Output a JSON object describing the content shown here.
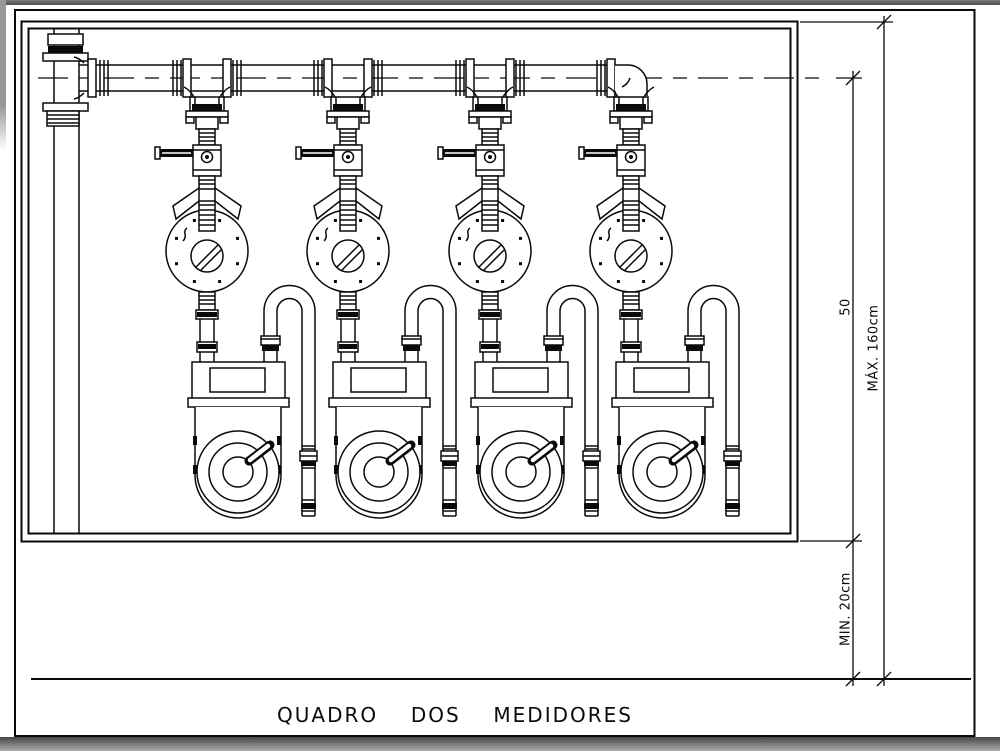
{
  "chrome": {
    "top_bar_color": "#6f6f6f",
    "left_strip_color": "#979797",
    "bottom_strip_from": "#4a4a4a",
    "bottom_strip_to": "#ababab"
  },
  "drawing": {
    "paper_color": "#ffffff",
    "line_color": "#0a0a0a",
    "meter_count": 4
  },
  "texts": {
    "title": "QUADRO  DOS  MEDIDORES",
    "dim_pipe_to_base": "50",
    "dim_max_height": "MÁX. 160cm",
    "dim_min_clearance": "MIN. 20cm"
  }
}
